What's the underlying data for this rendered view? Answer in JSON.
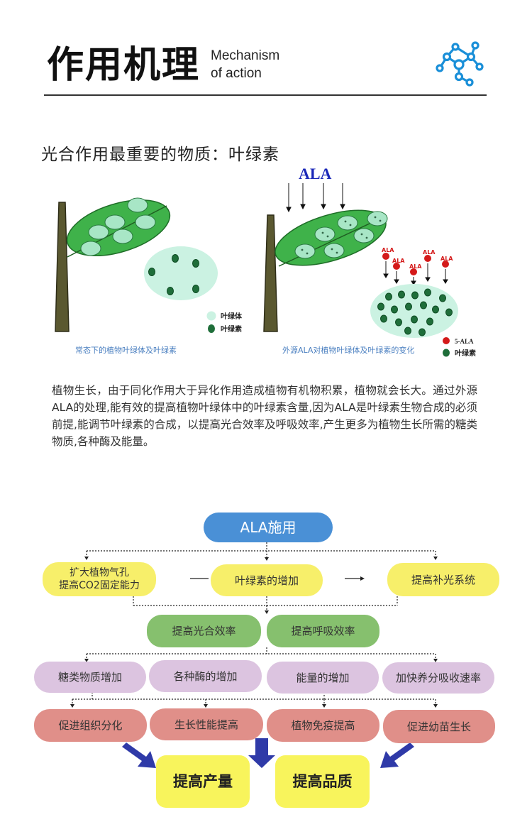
{
  "header": {
    "title_cn": "作用机理",
    "title_en_line1": "Mechanism",
    "title_en_line2": "of action",
    "icon": "molecule-network-icon",
    "accent_color": "#1a8fd8"
  },
  "section": {
    "subtitle": "光合作用最重要的物质：叶绿素"
  },
  "illustration": {
    "ala_label": "ALA",
    "left_caption": "常态下的植物叶绿体及叶绿素",
    "right_caption": "外源ALA对植物叶绿体及叶绿素的变化",
    "left_legend": [
      "叶绿体",
      "叶绿素"
    ],
    "right_legend": [
      "5-ALA",
      "叶绿素"
    ],
    "small_ala_label": "ALA"
  },
  "paragraph": "植物生长，由于同化作用大于异化作用造成植物有机物积累，植物就会长大。通过外源ALA的处理,能有效的提高植物叶绿体中的叶绿素含量,因为ALA是叶绿素生物合成的必须前提,能调节叶绿素的合成，以提高光合效率及呼吸效率,产生更多为植物生长所需的糖类物质,各种酶及能量。",
  "flow": {
    "top": "ALA施用",
    "row1": [
      "扩大植物气孔\n提高CO2固定能力",
      "叶绿素的增加",
      "提高补光系统"
    ],
    "row2": [
      "提高光合效率",
      "提高呼吸效率"
    ],
    "row3": [
      "糖类物质增加",
      "各种酶的增加",
      "能量的增加",
      "加快养分吸收速率"
    ],
    "row4": [
      "促进组织分化",
      "生长性能提高",
      "植物免疫提高",
      "促进幼苗生长"
    ],
    "results": [
      "提高产量",
      "提高品质"
    ],
    "colors": {
      "blue": "#4a90d6",
      "yellow": "#f7ef6a",
      "green": "#86c06e",
      "purple": "#dcc4e0",
      "red": "#e08f89",
      "arrow": "#2f3aa8"
    }
  }
}
